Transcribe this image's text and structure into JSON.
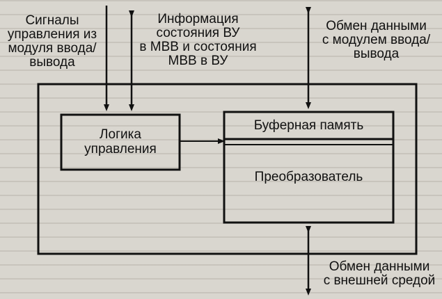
{
  "labels": {
    "control_signals": "Сигналы\nуправления из\nмодуля ввода/\nвывода",
    "status_info": "Информация\nсостояния ВУ\nв МВВ и состояния\nМВВ в ВУ",
    "data_exchange_module": "Обмен данными\nс модулем ввода/\nвывода",
    "data_exchange_external": "Обмен данными\nс внешней средой"
  },
  "blocks": {
    "control_logic": "Логика\nуправления",
    "buffer_memory": "Буферная память",
    "converter": "Преобразователь"
  }
}
